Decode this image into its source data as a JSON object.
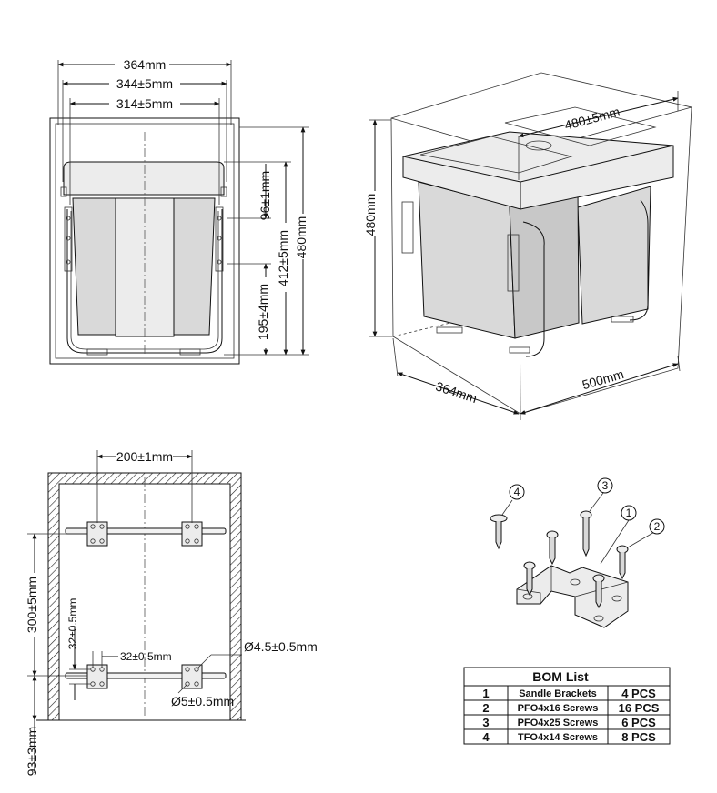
{
  "front_view": {
    "width_outer": "364mm",
    "width_mid": "344±5mm",
    "width_inner": "314±5mm",
    "height_96": "96±1mm",
    "height_195": "195±4mm",
    "height_412": "412±5mm",
    "height_480": "480mm"
  },
  "iso_view": {
    "depth": "480±5mm",
    "height": "480mm",
    "width": "364mm",
    "length": "500mm"
  },
  "mount_view": {
    "bracket_spacing": "200±1mm",
    "rail_spacing": "300±5mm",
    "hole_pitch_v": "32±0.5mm",
    "hole_pitch_h": "32±0.5mm",
    "hole_dia_small": "Ø4.5±0.5mm",
    "hole_dia_large": "Ø5±0.5mm",
    "bottom_offset": "93±3mm"
  },
  "callouts": [
    "1",
    "2",
    "3",
    "4"
  ],
  "bom": {
    "title": "BOM List",
    "rows": [
      {
        "no": "1",
        "name": "Sandle Brackets",
        "qty": "4 PCS"
      },
      {
        "no": "2",
        "name": "PFO4x16 Screws",
        "qty": "16 PCS"
      },
      {
        "no": "3",
        "name": "PFO4x25 Screws",
        "qty": "6 PCS"
      },
      {
        "no": "4",
        "name": "TFO4x14 Screws",
        "qty": "8 PCS"
      }
    ]
  }
}
